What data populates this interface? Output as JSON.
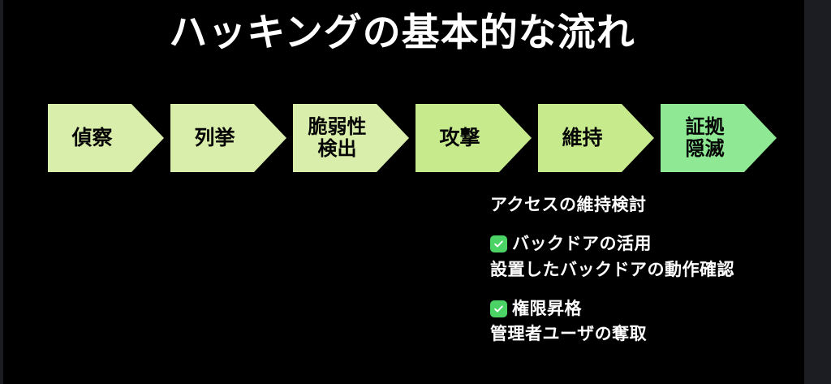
{
  "slide": {
    "title": "ハッキングの基本的な流れ",
    "background_color": "#000000",
    "title_color": "#ffffff"
  },
  "flow": {
    "steps": [
      {
        "label": "偵察",
        "color": "#d9eeab",
        "width": 143
      },
      {
        "label": "列挙",
        "color": "#d9eeab",
        "width": 143
      },
      {
        "label": "脆弱性\n検出",
        "color": "#d9eeab",
        "width": 143
      },
      {
        "label": "攻撃",
        "color": "#c6ea8c",
        "width": 143
      },
      {
        "label": "維持",
        "color": "#c6ea8c",
        "width": 143
      },
      {
        "label": "証拠\n隠滅",
        "color": "#8ee894",
        "width": 143
      }
    ]
  },
  "notes": {
    "heading": "アクセスの維持検討",
    "check_color": "#4cd365",
    "groups": [
      {
        "icon": "checkbox-checked-icon",
        "label": "バックドアの活用",
        "detail": "設置したバックドアの動作確認"
      },
      {
        "icon": "checkbox-checked-icon",
        "label": "権限昇格",
        "detail": "管理者ユーザの奪取"
      }
    ]
  }
}
